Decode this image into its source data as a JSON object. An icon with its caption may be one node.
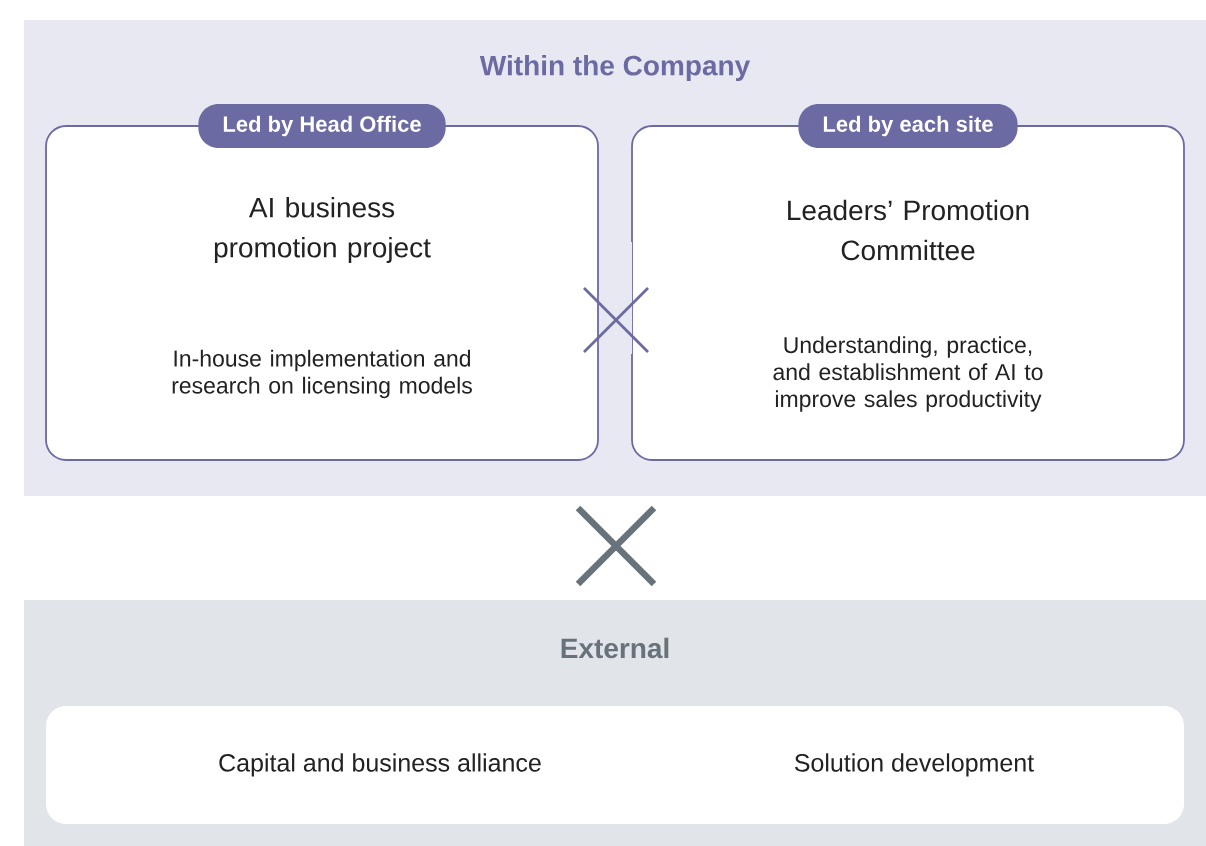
{
  "diagram": {
    "nodes": [
      {
        "text": [
          "Within the Company"
        ]
      },
      {
        "text": [
          "Led by Head Office",
          "AI business promotion project",
          "In-house implementation and research on licensing models"
        ],
        "in": 0
      },
      {
        "text": [
          "Led by each site",
          "Leaders’ Promotion Committee",
          "Understanding, practice, and establishment of AI to improve sales productivity"
        ],
        "in": 0
      },
      {
        "text": [
          "External"
        ]
      },
      {
        "text": [
          "Capital and business alliance",
          "Solution development"
        ],
        "in": 3
      }
    ]
  }
}
